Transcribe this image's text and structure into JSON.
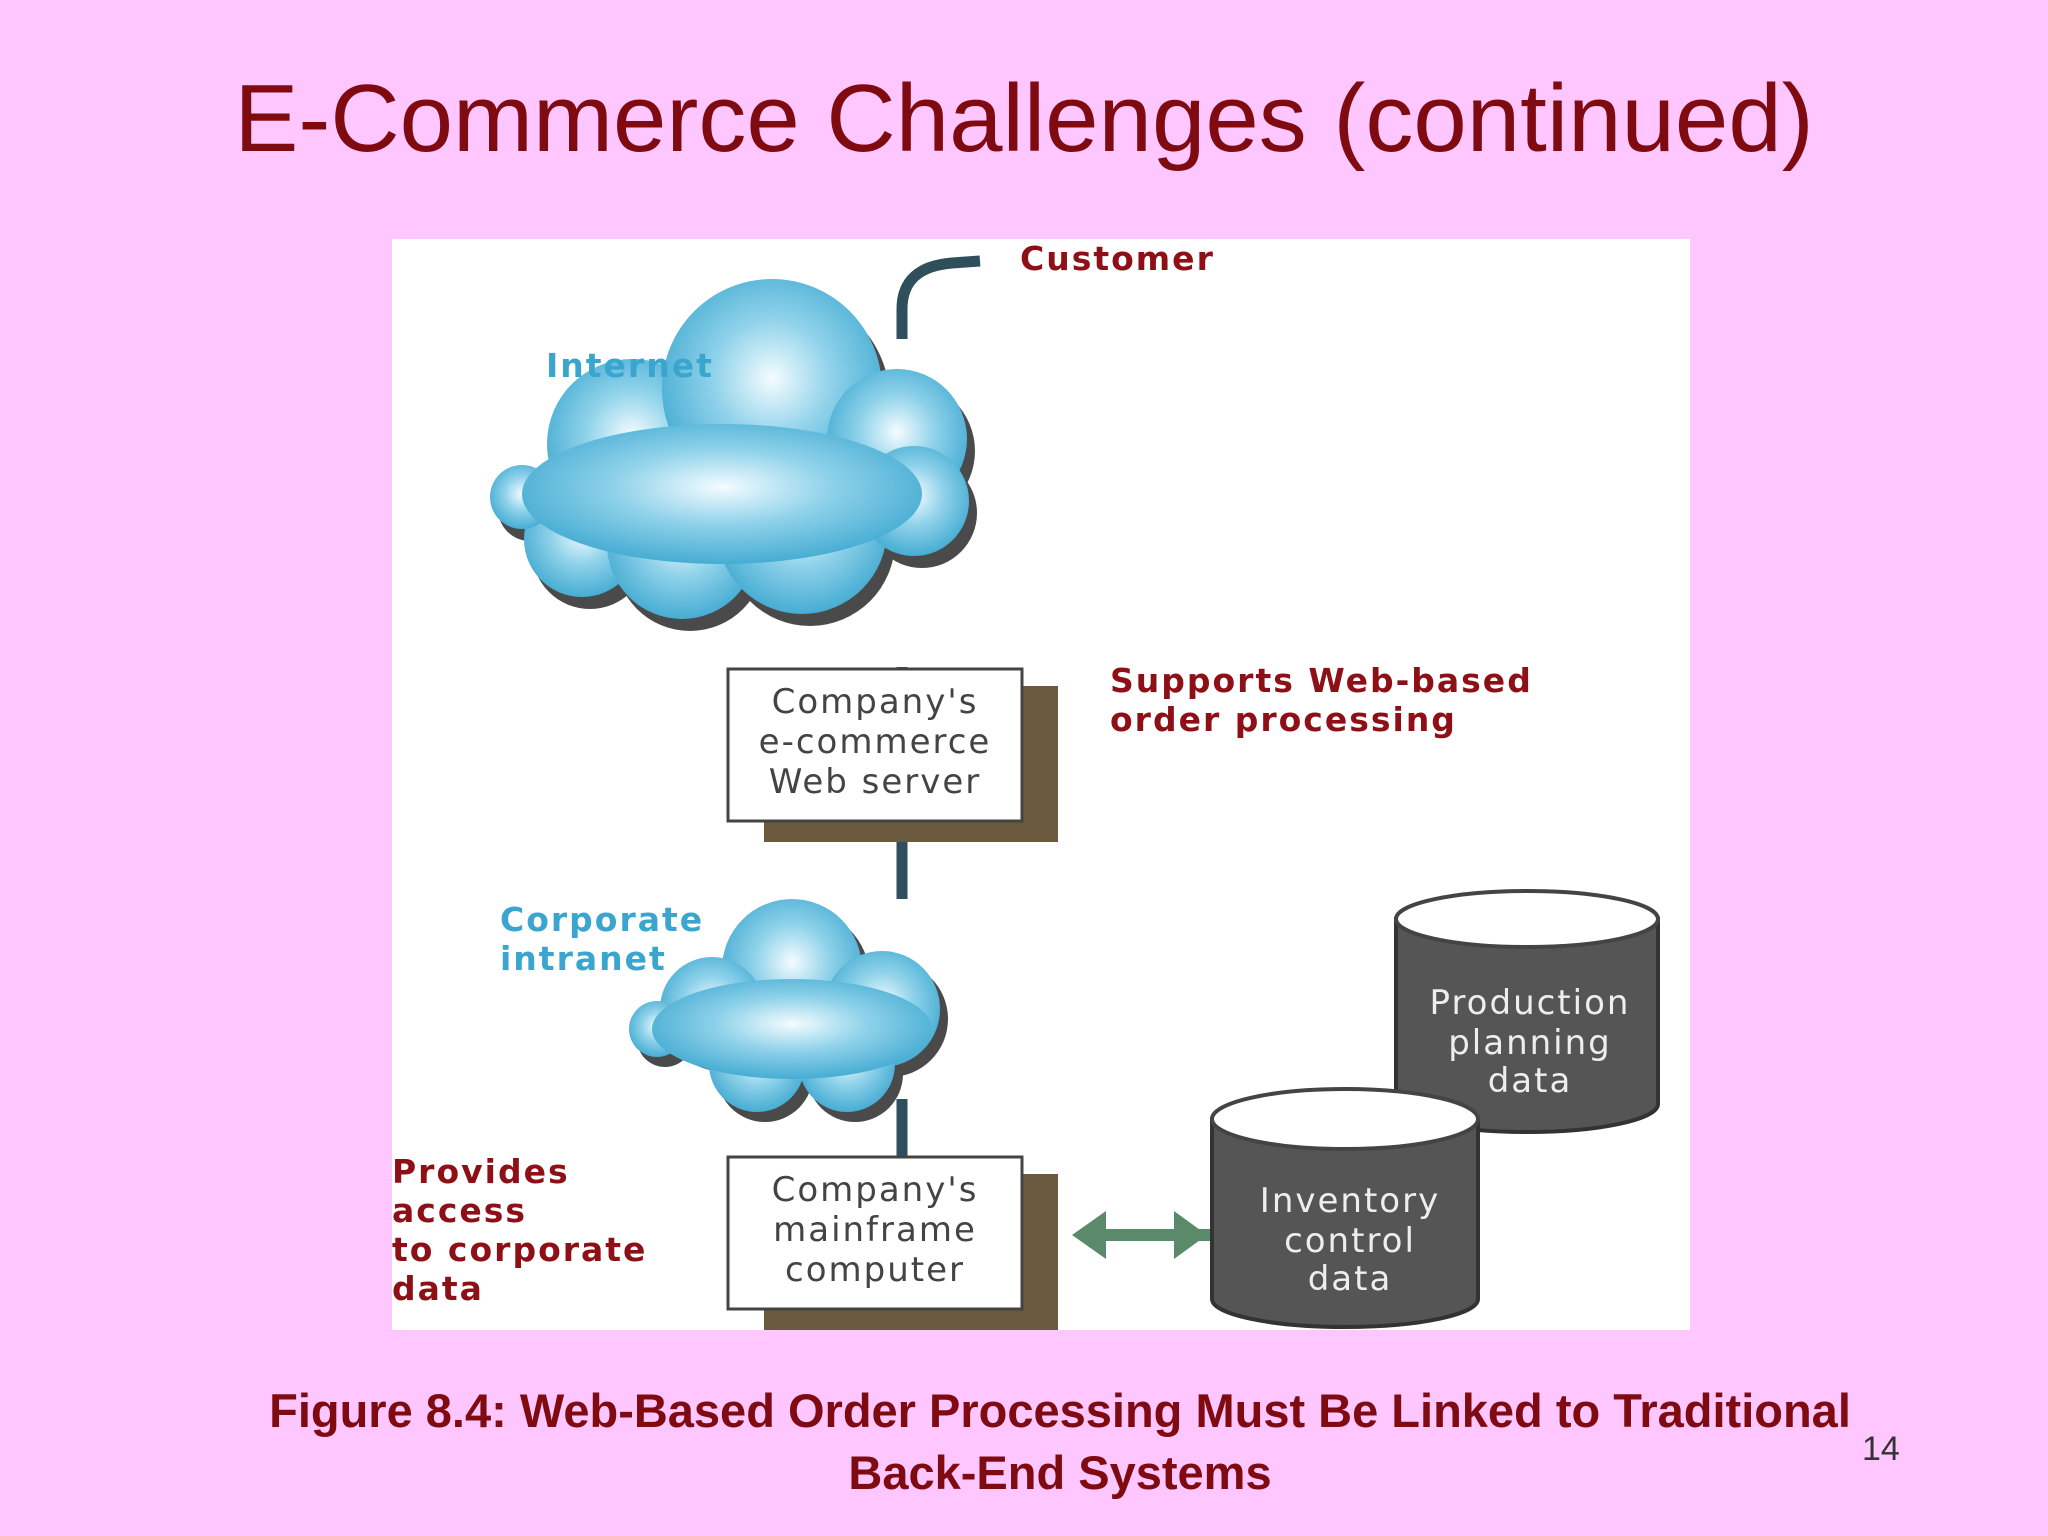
{
  "slide": {
    "title": "E-Commerce Challenges (continued)",
    "caption_line1": "Figure 8.4: Web-Based Order Processing Must Be Linked to Traditional",
    "caption_line2": "Back-End Systems",
    "page_number": "14"
  },
  "diagram": {
    "customer_label": "Customer",
    "internet_label": "Internet",
    "web_server": {
      "line1": "Company's",
      "line2": "e-commerce",
      "line3": "Web server"
    },
    "web_server_note": {
      "line1": "Supports Web-based",
      "line2": "order processing"
    },
    "intranet_label": {
      "line1": "Corporate",
      "line2": "intranet"
    },
    "mainframe": {
      "line1": "Company's",
      "line2": "mainframe",
      "line3": "computer"
    },
    "mainframe_note": {
      "line1": "Provides",
      "line2": "access",
      "line3": "to corporate",
      "line4": "data"
    },
    "production_db": {
      "line1": "Production",
      "line2": "planning",
      "line3": "data"
    },
    "inventory_db": {
      "line1": "Inventory",
      "line2": "control",
      "line3": "data"
    }
  },
  "colors": {
    "background": "#ffc6ff",
    "title": "#7f0a10",
    "cloud": "#3aa6cf",
    "database": "#555555",
    "arrow": "#5b8a6a"
  }
}
